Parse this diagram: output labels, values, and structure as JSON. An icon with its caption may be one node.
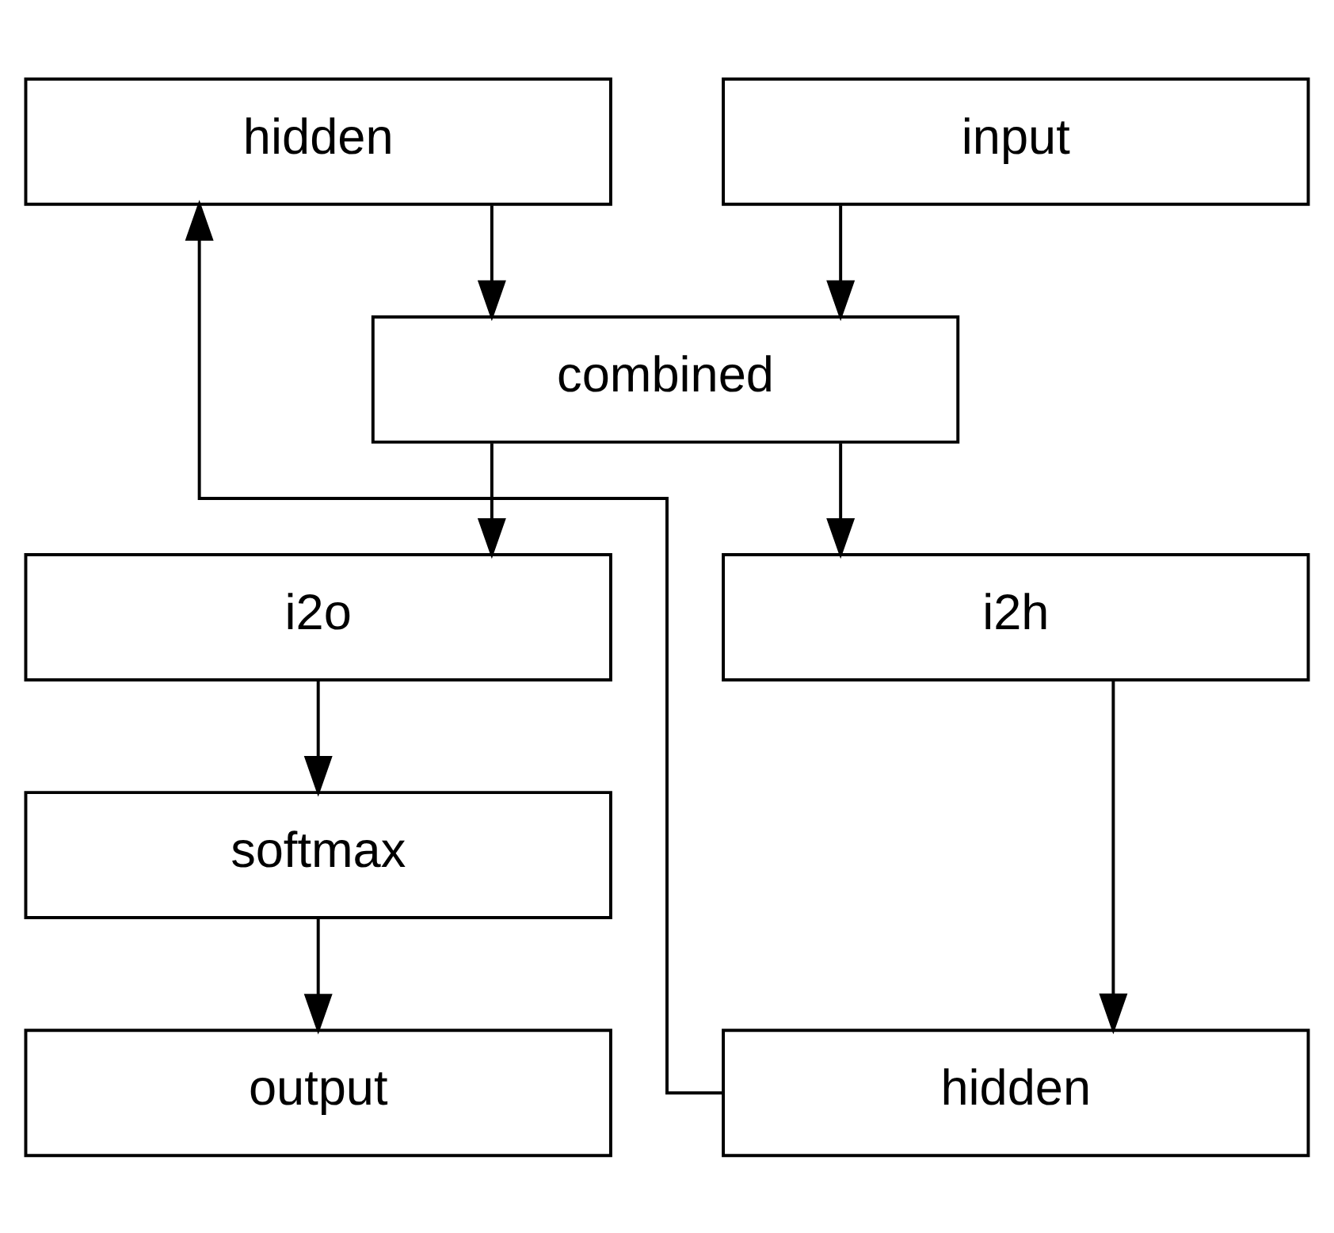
{
  "diagram": {
    "nodes": [
      {
        "text": [
          "hidden"
        ]
      },
      {
        "text": [
          "input"
        ]
      },
      {
        "text": [
          "combined"
        ]
      },
      {
        "text": [
          "i2h"
        ]
      },
      {
        "text": [
          "i2o"
        ]
      },
      {
        "text": [
          "softmax"
        ]
      },
      {
        "text": [
          "hidden"
        ]
      },
      {
        "text": [
          "output"
        ]
      }
    ],
    "edges": [
      {
        "from": 0,
        "to": 2,
        "arrow": "to"
      },
      {
        "from": 1,
        "to": 2,
        "arrow": "to"
      },
      {
        "from": 2,
        "to": 3,
        "arrow": "to"
      },
      {
        "from": 2,
        "to": 4,
        "arrow": "to"
      },
      {
        "from": 4,
        "to": 5,
        "arrow": "to"
      },
      {
        "from": 3,
        "to": 6,
        "arrow": "to"
      },
      {
        "from": 5,
        "to": 7,
        "arrow": "to"
      },
      {
        "from": 6,
        "to": 0,
        "arrow": "to"
      }
    ]
  }
}
